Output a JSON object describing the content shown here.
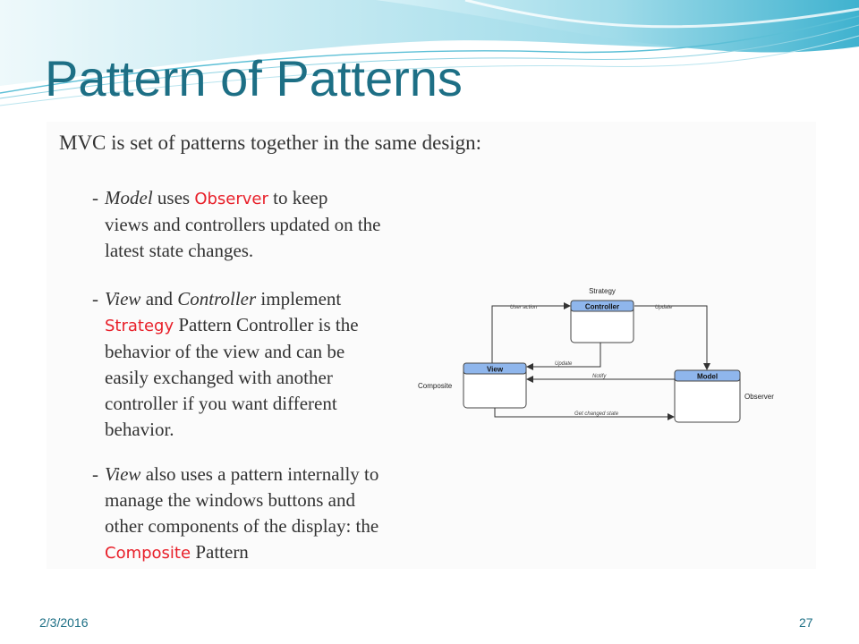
{
  "slide": {
    "title": "Pattern of Patterns",
    "intro": "MVC is set of patterns together in the same design:",
    "bullets": [
      {
        "dash": "-",
        "line1_em": "Model",
        "line1_a": " uses ",
        "line1_pattern": "Observer",
        "line1_b": " to keep",
        "line2": "views and controllers updated on the",
        "line3": "latest state changes."
      },
      {
        "dash": "-",
        "line1_em1": "View",
        "line1_mid": " and ",
        "line1_em2": "Controller",
        "line1_tail": " implement",
        "line2_pattern": "Strategy",
        "line2_tail": " Pattern Controller is the",
        "line3": "behavior of the view and can be",
        "line4": "easily exchanged with another",
        "line5": "controller if you want different",
        "line6": "behavior."
      },
      {
        "dash": "-",
        "line1_em": "View",
        "line1_tail": " also uses a pattern internally to",
        "line2": "manage the windows buttons and",
        "line3": "other components of the display: the",
        "line4_pattern": "Composite",
        "line4_tail": " Pattern"
      }
    ]
  },
  "diagram": {
    "boxes": {
      "controller": "Controller",
      "view": "View",
      "model": "Model"
    },
    "side_labels": {
      "strategy": "Strategy",
      "composite": "Composite",
      "observer": "Observer"
    },
    "arrows": {
      "user_action": "User action",
      "update_model": "Update",
      "update_view": "Update",
      "notify": "Notify",
      "get_state": "Get changed state"
    }
  },
  "colors": {
    "title": "#1d6f85",
    "pattern_highlight": "#e8202a",
    "box_header": "#8fb6ec"
  },
  "footer": {
    "date": "2/3/2016",
    "page": "27"
  }
}
